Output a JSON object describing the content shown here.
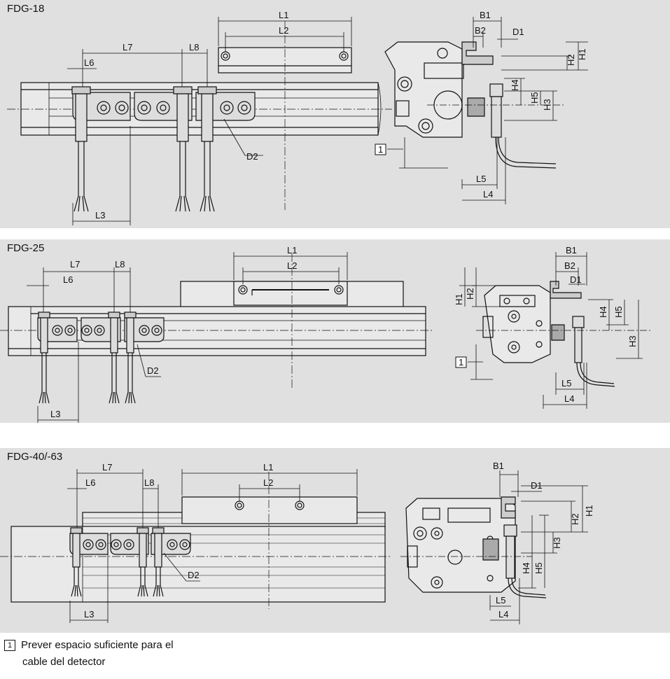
{
  "panels": [
    {
      "title": "FDG-18",
      "labels": {
        "L1": "L1",
        "L2": "L2",
        "L3": "L3",
        "L4": "L4",
        "L5": "L5",
        "L6": "L6",
        "L7": "L7",
        "L8": "L8",
        "B1": "B1",
        "B2": "B2",
        "D1": "D1",
        "D2": "D2",
        "H1": "H1",
        "H2": "H2",
        "H3": "H3",
        "H4": "H4",
        "H5": "H5",
        "callout": "1"
      }
    },
    {
      "title": "FDG-25",
      "labels": {
        "L1": "L1",
        "L2": "L2",
        "L3": "L3",
        "L4": "L4",
        "L5": "L5",
        "L6": "L6",
        "L7": "L7",
        "L8": "L8",
        "B1": "B1",
        "B2": "B2",
        "D1": "D1",
        "D2": "D2",
        "H1": "H1",
        "H2": "H2",
        "H3": "H3",
        "H4": "H4",
        "H5": "H5",
        "callout": "1"
      }
    },
    {
      "title": "FDG-40/-63",
      "labels": {
        "L1": "L1",
        "L2": "L2",
        "L3": "L3",
        "L4": "L4",
        "L5": "L5",
        "L6": "L6",
        "L7": "L7",
        "L8": "L8",
        "B1": "B1",
        "D1": "D1",
        "D2": "D2",
        "H1": "H1",
        "H2": "H2",
        "H3": "H3",
        "H4": "H4",
        "H5": "H5"
      }
    }
  ],
  "footnote": {
    "number": "1",
    "line1": "Prever espacio suficiente para el",
    "line2": "cable del detector"
  }
}
